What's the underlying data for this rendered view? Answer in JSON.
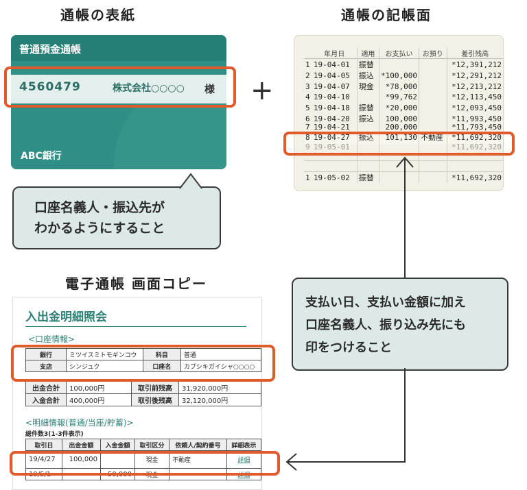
{
  "headings": {
    "cover": "通帳の表紙",
    "entry_page": "通帳の記帳面",
    "e_passbook": "電子通帳 画面コピー"
  },
  "card": {
    "title": "普通預金通帳",
    "account_number": "4560479",
    "holder": "株式会社○○○○",
    "honorific": "様",
    "bank": "ABC銀行"
  },
  "plus": "+",
  "callout_left": {
    "line1": "口座名義人・振込先が",
    "line2": "わかるようにすること"
  },
  "callout_right": {
    "line1": "支払い日、支払い金額に加え",
    "line2": "口座名義人、振り込み先にも",
    "line3": "印をつけること"
  },
  "passbook": {
    "headers": [
      "年月日",
      "適用",
      "お支払い",
      "お預り",
      "差引残高"
    ],
    "rows": [
      [
        "1",
        "19-04-01",
        "振替",
        "",
        "",
        "*12,391,212"
      ],
      [
        "2",
        "19-04-05",
        "振込",
        "*100,000",
        "",
        "*12,291,212"
      ],
      [
        "3",
        "19-04-07",
        "現金",
        "*78,000",
        "",
        "*12,213,212"
      ],
      [
        "4",
        "19-04-10",
        "",
        "*99,762",
        "",
        "*12,113,450"
      ],
      [
        "5",
        "19-04-18",
        "振替",
        "*20,000",
        "",
        "*12,093,450"
      ],
      [
        "6",
        "19-04-20",
        "振込",
        "100,000",
        "",
        "*11,993,450"
      ],
      [
        "7",
        "19-04-21",
        "",
        "200,000",
        "",
        "*11,793,450"
      ],
      [
        "8",
        "19-04-27",
        "振込",
        "101,130",
        "不動産",
        "*11,692,320"
      ],
      [
        "9",
        "19-05-01",
        "",
        "",
        "",
        "*11,692,320"
      ]
    ],
    "next_page_row": [
      "1",
      "19-05-02",
      "振替",
      "",
      "",
      "*11,692,320"
    ]
  },
  "web": {
    "title": "入出金明細照会",
    "account_section": "<口座情報>",
    "account_table": [
      [
        "銀行",
        "ミツイスミトモギンコウ",
        "科目",
        "普通"
      ],
      [
        "支店",
        "シンジュク",
        "口座名",
        "カブシキガイシャ○○○○"
      ]
    ],
    "totals_table": [
      [
        "出金合計",
        "100,000円",
        "取引前残高",
        "31,920,000円"
      ],
      [
        "入金合計",
        "400,000円",
        "取引後残高",
        "32,120,000円"
      ]
    ],
    "detail_section": "<明細情報(普通/当座/貯蓄)>",
    "count_text": "総件数3(1-3件表示)",
    "detail_headers": [
      "取引日",
      "出金金額",
      "入金金額",
      "取引区分",
      "依頼人/契約番号",
      "詳細表示"
    ],
    "detail_rows": [
      [
        "19/4/27",
        "100,000",
        "",
        "現金",
        "不動産",
        "詳細"
      ],
      [
        "19/5/1",
        "",
        "50,000",
        "現金",
        "",
        "詳細"
      ]
    ]
  },
  "colors": {
    "accent_red": "#e05a2b",
    "card_green": "#2f8f86",
    "callout_bg": "#dde9e7"
  }
}
